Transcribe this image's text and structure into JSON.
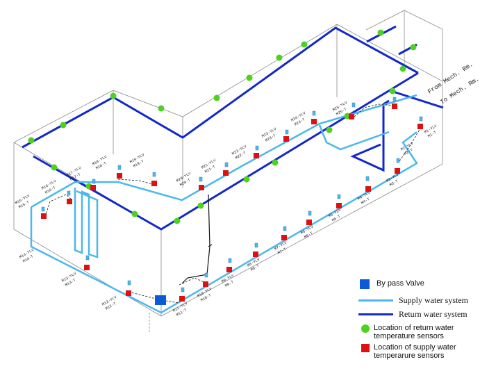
{
  "diagram": {
    "mech_labels": [
      "From Mech. Rm.",
      "To Mech. Rm."
    ],
    "tags": [
      "M15-YLV",
      "M15-T",
      "M16-YLV",
      "M16-T",
      "M17-YLV",
      "M17-T",
      "M18-YLV",
      "M18-T",
      "M19-YLV",
      "M19-T",
      "M20-YLV",
      "M20-T",
      "M21-YLV",
      "M21-T",
      "M22-YLV",
      "M22-T",
      "M23-YLV",
      "M23-T",
      "M24-YLV",
      "M24-T",
      "M25-YLV",
      "M25-T",
      "M1-YLV",
      "M1-T",
      "M2-YLV",
      "M2-T",
      "M3-YLV",
      "M3-T",
      "M4-YLV",
      "M4-T",
      "M5-YLV",
      "M5-T",
      "M6-YLV",
      "M6-T",
      "M7-YLV",
      "M7-T",
      "M8-YLV",
      "M8-T",
      "M9-YLV",
      "M9-T",
      "M10-YLV",
      "M10-T",
      "M11-YLV",
      "M11-T",
      "M12-YLV",
      "M12-T",
      "M13-YLV",
      "M13-T",
      "M14-YLV",
      "M14-T"
    ]
  },
  "legend": {
    "bypass": "By pass Valve",
    "supply": "Supply water system",
    "return": "Return water system",
    "return_sensor": "Location of return water temperature sensors",
    "supply_sensor": "Location of supply water temperarure sensors"
  },
  "colors": {
    "supply_line": "#4ab8ec",
    "return_line": "#1428c8",
    "return_sensor": "#4cd21f",
    "supply_sensor": "#e01010",
    "bypass_valve": "#0b5bd6"
  }
}
